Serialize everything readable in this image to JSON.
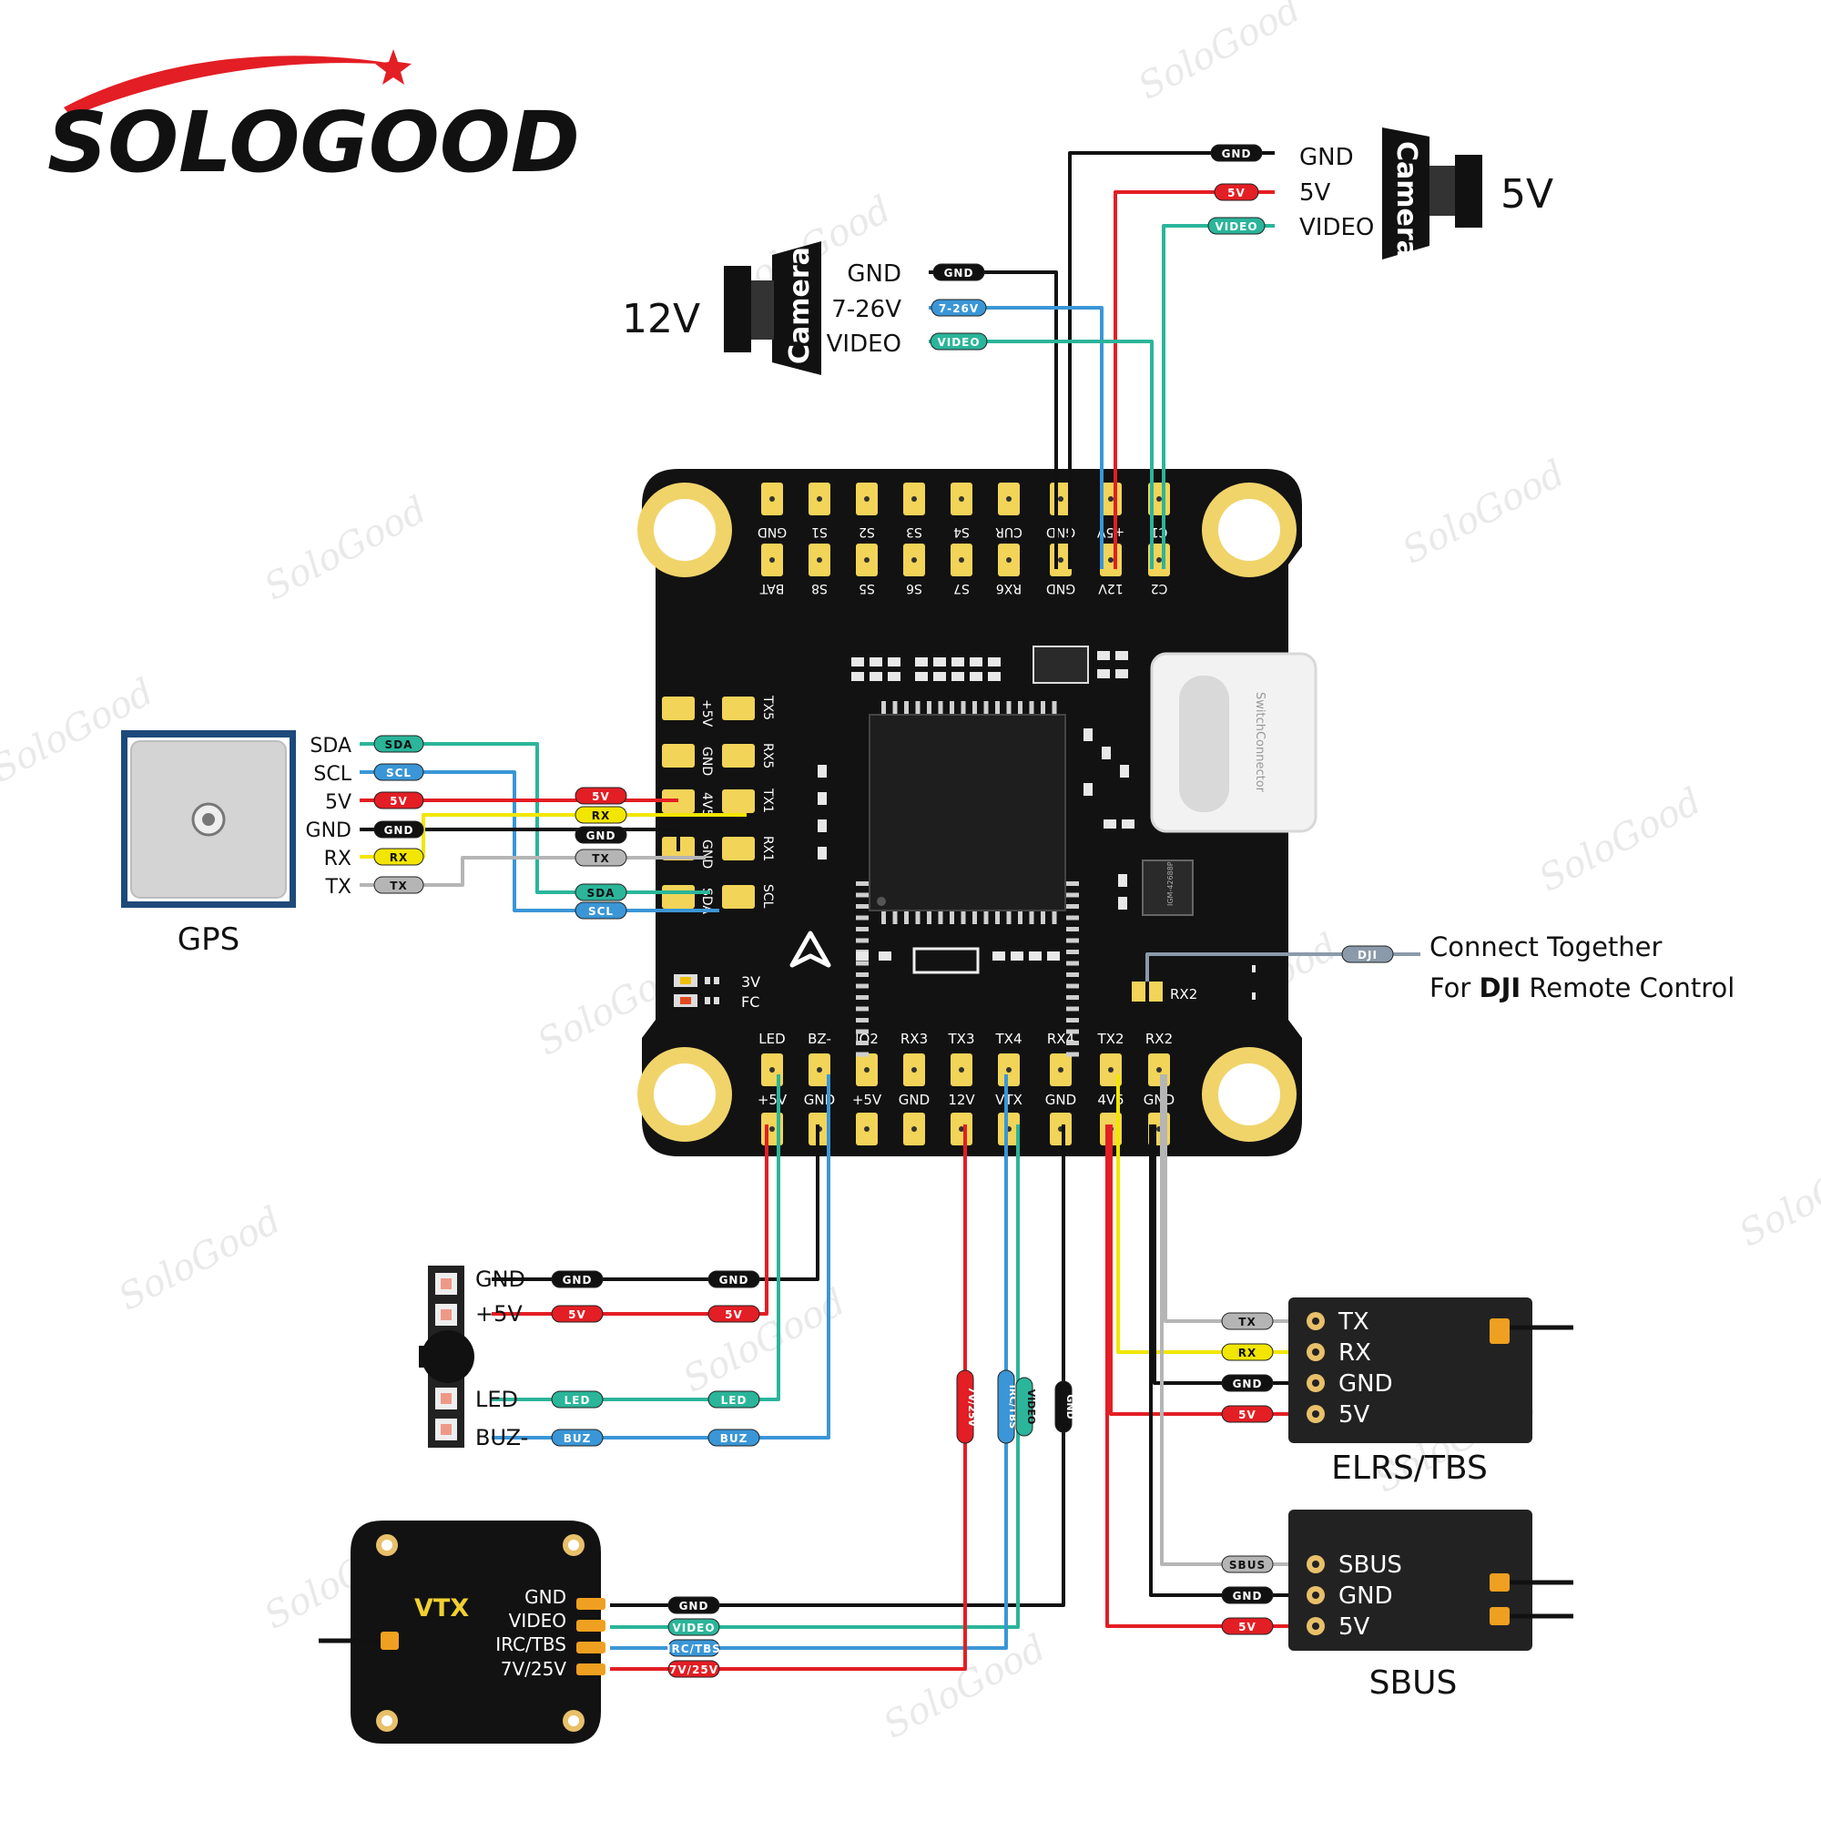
{
  "brand": {
    "name": "SOLOGOOD",
    "watermark": "SoloGood"
  },
  "colors": {
    "black_wire": "#111111",
    "red_wire": "#e31e24",
    "blue_wire": "#3a96d6",
    "teal_wire": "#2bb59a",
    "yellow_wire": "#f2e600",
    "gray_wire": "#b5b5b5",
    "pad": "#f2d458",
    "board": "#121212",
    "mount_ring": "#f0d46a"
  },
  "camera_12v": {
    "title": "12V",
    "body_label": "Camera",
    "pins": [
      "GND",
      "7-26V",
      "VIDEO"
    ],
    "tags": [
      "GND",
      "7-26V",
      "VIDEO"
    ]
  },
  "camera_5v": {
    "title": "5V",
    "body_label": "Camera",
    "pins": [
      "GND",
      "5V",
      "VIDEO"
    ],
    "tags": [
      "GND",
      "5V",
      "VIDEO"
    ]
  },
  "gps": {
    "title": "GPS",
    "pins": [
      "SDA",
      "SCL",
      "5V",
      "GND",
      "RX",
      "TX"
    ],
    "tags": [
      "SDA",
      "SCL",
      "5V",
      "GND",
      "RX",
      "TX"
    ],
    "board_tags": [
      "5V",
      "RX",
      "GND",
      "TX",
      "SDA",
      "SCL"
    ]
  },
  "fc": {
    "top_row1": [
      "GND",
      "S1",
      "S2",
      "S3",
      "S4",
      "CUR",
      "GND",
      "+5V",
      "C1"
    ],
    "top_row2": [
      "BAT",
      "S8",
      "S5",
      "S6",
      "S7",
      "RX6",
      "GND",
      "12V",
      "C2"
    ],
    "left_col1": [
      "+5V",
      "GND",
      "4V5",
      "GND",
      "SDA"
    ],
    "left_col2": [
      "TX5",
      "RX5",
      "TX1",
      "RX1",
      "SCL"
    ],
    "bottom_row1": [
      "LED",
      "BZ-",
      "IO2",
      "RX3",
      "TX3",
      "TX4",
      "RX4",
      "TX2",
      "RX2"
    ],
    "bottom_row2": [
      "+5V",
      "GND",
      "+5V",
      "GND",
      "12V",
      "VTX",
      "GND",
      "4V5",
      "GND"
    ],
    "leds": [
      "3V",
      "FC"
    ],
    "rx2_pad": "RX2",
    "usb_text": "SwitchConnector",
    "chip_text": "IGM-42688P"
  },
  "dji": {
    "tag": "DJI",
    "line1": "Connect Together",
    "line2_bold": "DJI",
    "line2_prefix": "For ",
    "line2_suffix": " Remote Control"
  },
  "led_buzzer": {
    "pins": [
      "GND",
      "+5V",
      "LED",
      "BUZ-"
    ],
    "tags_left": [
      "GND",
      "5V",
      "LED",
      "BUZ"
    ],
    "tags_right": [
      "GND",
      "5V",
      "LED",
      "BUZ"
    ]
  },
  "vtx": {
    "title": "VTX",
    "pins": [
      "GND",
      "VIDEO",
      "IRC/TBS",
      "7V/25V"
    ],
    "tags": [
      "GND",
      "VIDEO",
      "IRC/TBS",
      "7V/25V"
    ],
    "vertical_tags": [
      "7V/25V",
      "IRC/TBS",
      "VIDEO",
      "GND"
    ]
  },
  "elrs": {
    "title": "ELRS/TBS",
    "pins": [
      "TX",
      "RX",
      "GND",
      "5V"
    ],
    "tags": [
      "TX",
      "RX",
      "GND",
      "5V"
    ]
  },
  "sbus": {
    "title": "SBUS",
    "pins": [
      "SBUS",
      "GND",
      "5V"
    ],
    "tags": [
      "SBUS",
      "GND",
      "5V"
    ]
  }
}
